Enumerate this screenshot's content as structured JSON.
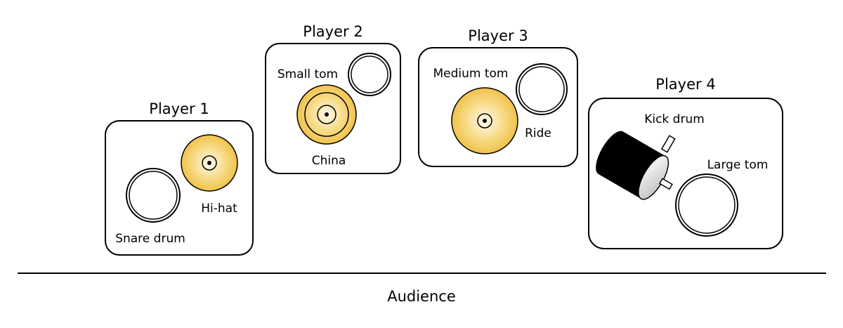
{
  "players": [
    {
      "title": "Player 1",
      "instruments": [
        "Hi-hat",
        "Snare drum"
      ]
    },
    {
      "title": "Player 2",
      "instruments": [
        "Small tom",
        "China"
      ]
    },
    {
      "title": "Player 3",
      "instruments": [
        "Medium tom",
        "Ride"
      ]
    },
    {
      "title": "Player 4",
      "instruments": [
        "Kick drum",
        "Large tom"
      ]
    }
  ],
  "audience_label": "Audience",
  "colors": {
    "cymbal": "#f2c94c",
    "cymbal_center": "#fff8e0",
    "drum": "#ffffff",
    "kick": "#000000"
  }
}
